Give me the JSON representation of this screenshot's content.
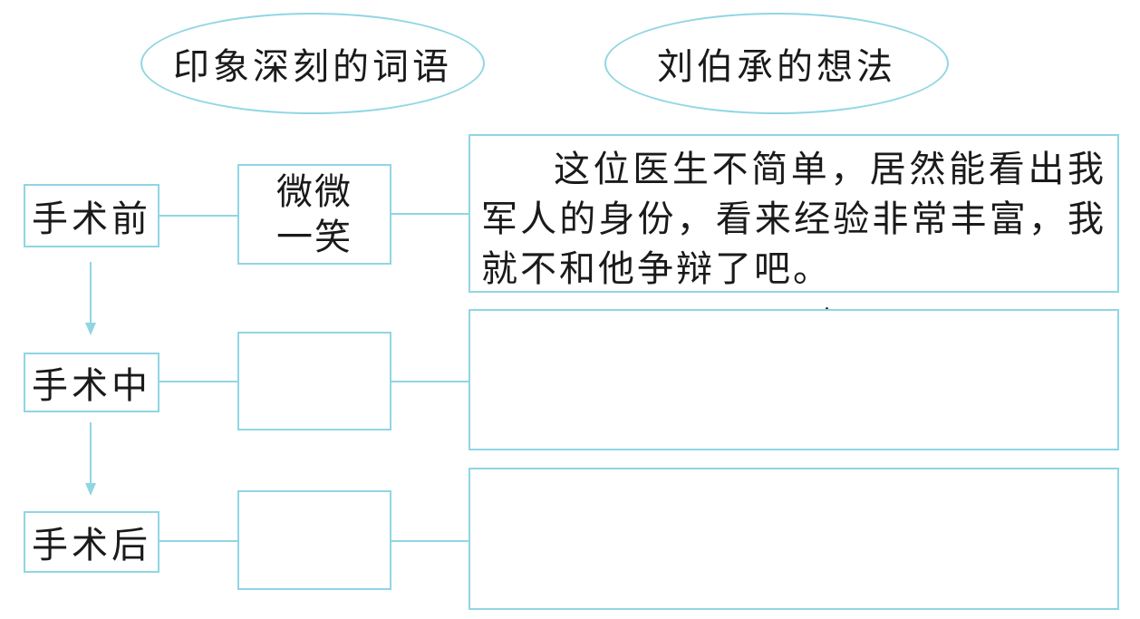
{
  "headers": {
    "words": "印象深刻的词语",
    "thoughts": "刘伯承的想法"
  },
  "stages": [
    {
      "label": "手术前",
      "word_line1": "微微",
      "word_line2": "一笑",
      "thought": "这位医生不简单，居然能看出我军人的身份，看来经验非常丰富，我就不和他争辩了吧。"
    },
    {
      "label": "手术中",
      "word_line1": "",
      "word_line2": "",
      "thought": ""
    },
    {
      "label": "手术后",
      "word_line1": "",
      "word_line2": "",
      "thought": ""
    }
  ],
  "colors": {
    "line": "#8fd6e4",
    "text": "#1a1a1a"
  }
}
